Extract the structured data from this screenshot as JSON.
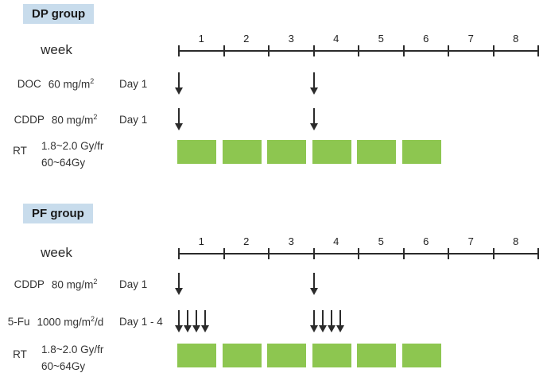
{
  "colors": {
    "ink": "#2b2b2b",
    "title_bg": "#c8dcec",
    "rt_green": "#8dc650"
  },
  "week_numbers": [
    "1",
    "2",
    "3",
    "4",
    "5",
    "6",
    "7",
    "8"
  ],
  "groups": [
    {
      "id": "dp",
      "title": "DP group",
      "week_label": "week",
      "drug_rows": [
        {
          "name": "DOC",
          "dose_base": "60 mg/m",
          "dose_sup": "2",
          "dose_tail": "",
          "schedule": "Day 1",
          "arrow_weeks": [
            1,
            4
          ],
          "arrows_per_dose": 1
        },
        {
          "name": "CDDP",
          "dose_base": "80 mg/m",
          "dose_sup": "2",
          "dose_tail": "",
          "schedule": "Day 1",
          "arrow_weeks": [
            1,
            4
          ],
          "arrows_per_dose": 1
        }
      ],
      "rt_row": {
        "name": "RT",
        "dose_line1": "1.8~2.0 Gy/fr",
        "dose_line2": "60~64Gy",
        "weeks": [
          1,
          2,
          3,
          4,
          5,
          6
        ]
      }
    },
    {
      "id": "pf",
      "title": "PF group",
      "week_label": "week",
      "drug_rows": [
        {
          "name": "CDDP",
          "dose_base": "80 mg/m",
          "dose_sup": "2",
          "dose_tail": "",
          "schedule": "Day 1",
          "arrow_weeks": [
            1,
            4
          ],
          "arrows_per_dose": 1
        },
        {
          "name": "5-Fu",
          "dose_base": "1000 mg/m",
          "dose_sup": "2",
          "dose_tail": "/d",
          "schedule": "Day 1 - 4",
          "arrow_weeks": [
            1,
            4
          ],
          "arrows_per_dose": 4
        }
      ],
      "rt_row": {
        "name": "RT",
        "dose_line1": "1.8~2.0 Gy/fr",
        "dose_line2": "60~64Gy",
        "weeks": [
          1,
          2,
          3,
          4,
          5,
          6
        ]
      }
    }
  ]
}
